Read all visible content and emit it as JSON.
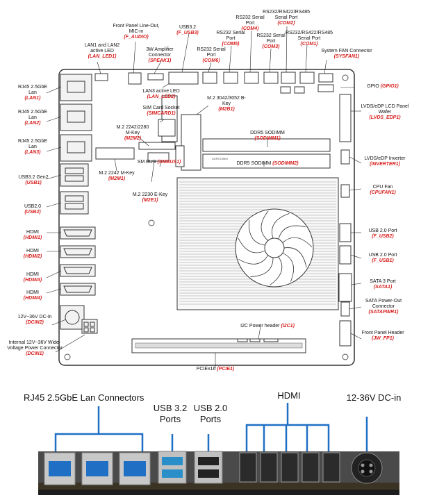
{
  "top_labels": [
    {
      "id": "lan-led1",
      "name": "LAN1 and LAN2 active LED",
      "code": "(LAN_LED1)"
    },
    {
      "id": "f-audio",
      "name": "Front Panel Line-Out, MIC-in",
      "code": "(F_AUDIO)"
    },
    {
      "id": "speak1",
      "name": "3W Amplifier Connector",
      "code": "(SPEAK1)"
    },
    {
      "id": "usb3",
      "name": "USB3.2",
      "code": "(F_USB3)"
    },
    {
      "id": "com6",
      "name": "RS232 Serial Port",
      "code": "(COM6)"
    },
    {
      "id": "com5",
      "name": "RS232 Serial Port",
      "code": "(COM5)"
    },
    {
      "id": "com4",
      "name": "RS232 Serial Port",
      "code": "(COM4)"
    },
    {
      "id": "com3",
      "name": "RS232 Serial Port",
      "code": "(COM3)"
    },
    {
      "id": "com2",
      "name": "RS232/RS422/RS485 Serial Port",
      "code": "(COM2)"
    },
    {
      "id": "com1",
      "name": "RS232/RS422/RS485 Serial Port",
      "code": "(COM1)"
    },
    {
      "id": "sysfan1",
      "name": "System FAN Connector",
      "code": "(SYSFAN1)"
    }
  ],
  "left_labels": [
    {
      "id": "lan1",
      "name": "RJ45 2.5GbE Lan",
      "code": "(LAN1)"
    },
    {
      "id": "lan2",
      "name": "RJ45 2.5GbE Lan",
      "code": "(LAN2)"
    },
    {
      "id": "lan3",
      "name": "RJ45 2.5GbE Lan",
      "code": "(LAN3)"
    },
    {
      "id": "usb1",
      "name": "USB3.2 Gen2",
      "code": "(USB1)"
    },
    {
      "id": "usb2",
      "name": "USB2.0",
      "code": "(USB2)"
    },
    {
      "id": "hdmi1",
      "name": "HDMI",
      "code": "(HDMI1)"
    },
    {
      "id": "hdmi2",
      "name": "HDMI",
      "code": "(HDMI2)"
    },
    {
      "id": "hdmi3",
      "name": "HDMI",
      "code": "(HDMI3)"
    },
    {
      "id": "hdmi4",
      "name": "HDMI",
      "code": "(HDMI4)"
    },
    {
      "id": "dcin2",
      "name": "12V~36V DC-in",
      "code": "(DCIN2)"
    },
    {
      "id": "dcin1",
      "name": "Internal 12V~36V Wide-Voltage Power Connector",
      "code": "(DCIN1)"
    }
  ],
  "right_labels": [
    {
      "id": "gpio",
      "name": "GPIO",
      "code": "(GPIO1)"
    },
    {
      "id": "lvds",
      "name": "LVDS/eDP LCD Panel Wafer",
      "code": "(LVDS_EDP1)"
    },
    {
      "id": "inverter",
      "name": "LVDS/eDP Inverter",
      "code": "(INVERTER1)"
    },
    {
      "id": "cpufan",
      "name": "CPU Fan",
      "code": "(CPUFAN1)"
    },
    {
      "id": "f-usb2",
      "name": "USB 2.0 Port",
      "code": "(F_USB2)"
    },
    {
      "id": "f-usb1",
      "name": "USB 2.0 Port",
      "code": "(F_USB1)"
    },
    {
      "id": "sata1",
      "name": "SATA 3 Port",
      "code": "(SATA1)"
    },
    {
      "id": "satapwr",
      "name": "SATA Power-Out Connector",
      "code": "(SATAPWR1)"
    },
    {
      "id": "jwfp1",
      "name": "Front Panel Header",
      "code": "(JW_FP1)"
    }
  ],
  "inner_labels": [
    {
      "id": "lan-led2",
      "name": "LAN3 active LED",
      "code": "(LAN_LED2)"
    },
    {
      "id": "simcard",
      "name": "SIM Card Socket",
      "code": "(SIMCARD1)"
    },
    {
      "id": "m2b1",
      "name": "M.2 3042/3052 B-Key",
      "code": "(M2B1)"
    },
    {
      "id": "m2m2",
      "name": "M.2 2242/2280 M-Key",
      "code": "(M2M2)"
    },
    {
      "id": "smbus",
      "name": "SM BUS",
      "code": "(SMBUS1)"
    },
    {
      "id": "m2m1",
      "name": "M.2 2242 M-Key",
      "code": "(M2M1)"
    },
    {
      "id": "m2e1",
      "name": "M.2 2230 E-Key",
      "code": "(M2E1)"
    },
    {
      "id": "sodimm1",
      "name": "DDR5 SODIMM",
      "code": "(SODIMM1)"
    },
    {
      "id": "sodimm2",
      "name": "DDR5 SODIMM",
      "code": "(SODIMM2)"
    },
    {
      "id": "i2c",
      "name": "I2C Power header",
      "code": "(I2C1)"
    },
    {
      "id": "pcie",
      "name": "PCIEx16",
      "code": "(PCIE1)"
    }
  ],
  "bottom": {
    "lan_connectors": "RJ45 2.5GbE Lan Connectors",
    "usb32": "USB 3.2",
    "usb32_ports": "Ports",
    "usb20": "USB 2.0",
    "usb20_ports": "Ports",
    "hdmi": "HDMI",
    "dcin": "12-36V DC-in"
  },
  "colors": {
    "code_red": "#d8201f",
    "bracket_blue": "#1f6fc4",
    "board_outline": "#333333"
  }
}
